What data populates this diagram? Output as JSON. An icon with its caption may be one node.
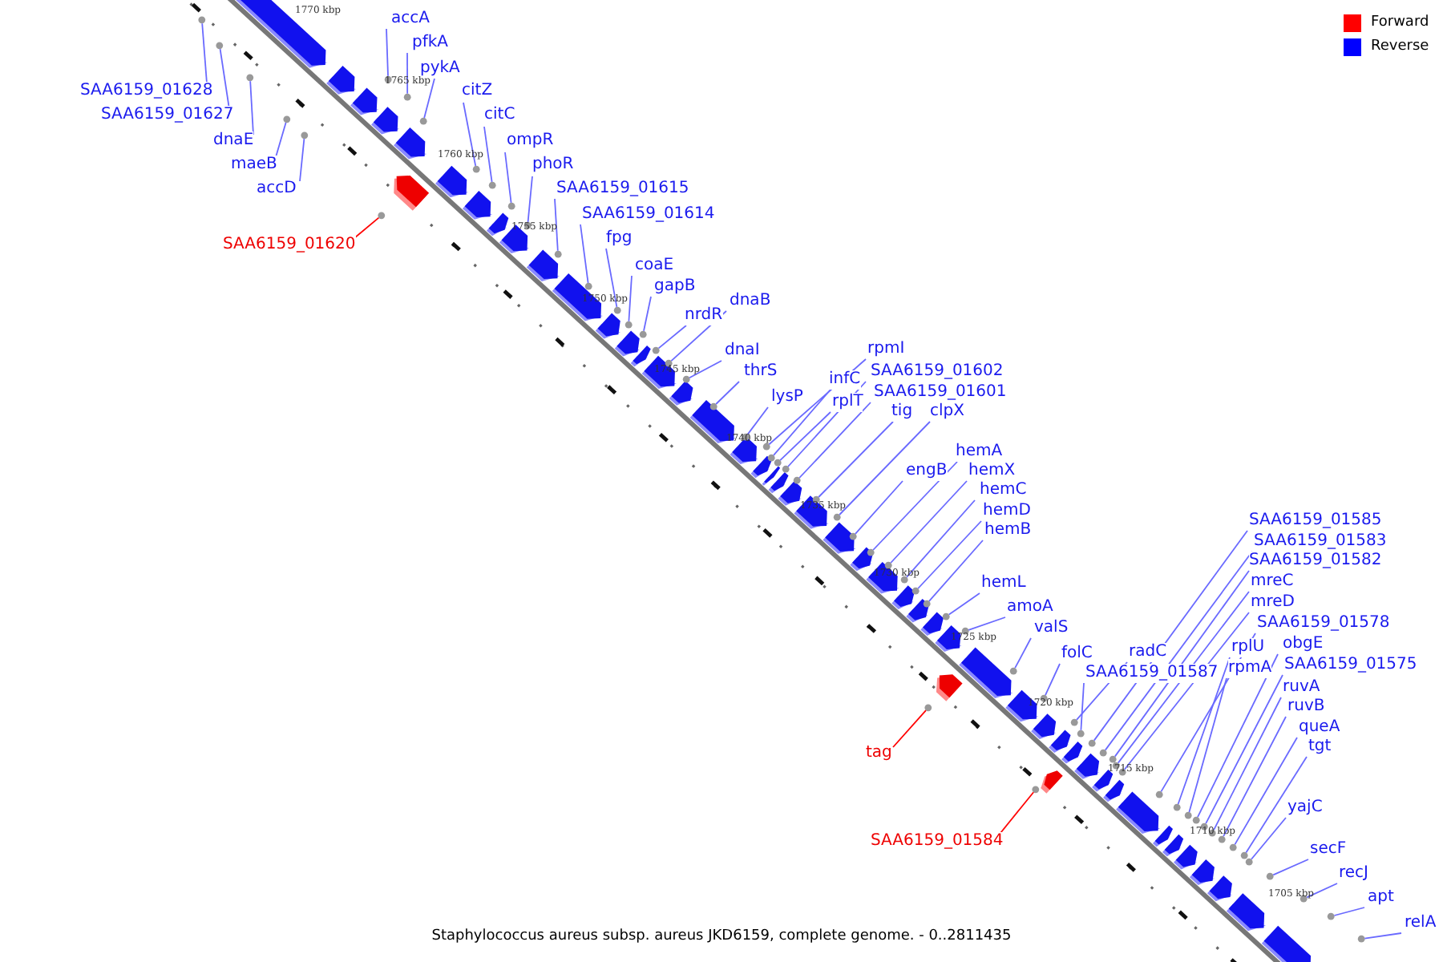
{
  "diagram": {
    "caption": "Staphylococcus aureus subsp. aureus JKD6159, complete genome. - 0..2811435",
    "nodes": [
      {
        "text": [
          "accA"
        ]
      },
      {
        "text": [
          "pfkA"
        ]
      },
      {
        "text": [
          "pykA"
        ]
      },
      {
        "text": [
          "SAA6159_01628"
        ]
      },
      {
        "text": [
          "citZ"
        ]
      },
      {
        "text": [
          "SAA6159_01627"
        ]
      },
      {
        "text": [
          "citC"
        ]
      },
      {
        "text": [
          "dnaE"
        ]
      },
      {
        "text": [
          "ompR"
        ]
      },
      {
        "text": [
          "maeB"
        ]
      },
      {
        "text": [
          "phoR"
        ]
      },
      {
        "text": [
          "accD"
        ]
      },
      {
        "text": [
          "SAA6159_01615"
        ]
      },
      {
        "text": [
          "SAA6159_01614"
        ]
      },
      {
        "text": [
          "SAA6159_01620"
        ]
      },
      {
        "text": [
          "fpg"
        ]
      },
      {
        "text": [
          "coaE"
        ]
      },
      {
        "text": [
          "gapB"
        ]
      },
      {
        "text": [
          "dnaB"
        ]
      },
      {
        "text": [
          "nrdR"
        ]
      },
      {
        "text": [
          "rpmI"
        ]
      },
      {
        "text": [
          "dnaI"
        ]
      },
      {
        "text": [
          "SAA6159_01602"
        ]
      },
      {
        "text": [
          "infC"
        ]
      },
      {
        "text": [
          "thrS"
        ]
      },
      {
        "text": [
          "SAA6159_01601"
        ]
      },
      {
        "text": [
          "lysP"
        ]
      },
      {
        "text": [
          "rplT"
        ]
      },
      {
        "text": [
          "tig"
        ]
      },
      {
        "text": [
          "clpX"
        ]
      },
      {
        "text": [
          "hemA"
        ]
      },
      {
        "text": [
          "engB"
        ]
      },
      {
        "text": [
          "hemX"
        ]
      },
      {
        "text": [
          "hemC"
        ]
      },
      {
        "text": [
          "SAA6159_01585"
        ]
      },
      {
        "text": [
          "hemD"
        ]
      },
      {
        "text": [
          "hemB"
        ]
      },
      {
        "text": [
          "SAA6159_01583"
        ]
      },
      {
        "text": [
          "SAA6159_01582"
        ]
      },
      {
        "text": [
          "hemL"
        ]
      },
      {
        "text": [
          "mreC"
        ]
      },
      {
        "text": [
          "mreD"
        ]
      },
      {
        "text": [
          "amoA"
        ]
      },
      {
        "text": [
          "SAA6159_01578"
        ]
      },
      {
        "text": [
          "valS"
        ]
      },
      {
        "text": [
          "obgE"
        ]
      },
      {
        "text": [
          "rplU"
        ]
      },
      {
        "text": [
          "radC"
        ]
      },
      {
        "text": [
          "folC"
        ]
      },
      {
        "text": [
          "SAA6159_01575"
        ]
      },
      {
        "text": [
          "rpmA"
        ]
      },
      {
        "text": [
          "SAA6159_01587"
        ]
      },
      {
        "text": [
          "ruvA"
        ]
      },
      {
        "text": [
          "ruvB"
        ]
      },
      {
        "text": [
          "queA"
        ]
      },
      {
        "text": [
          "tgt"
        ]
      },
      {
        "text": [
          "tag"
        ]
      },
      {
        "text": [
          "yajC"
        ]
      },
      {
        "text": [
          "SAA6159_01584"
        ]
      },
      {
        "text": [
          "secF"
        ]
      },
      {
        "text": [
          "recJ"
        ]
      },
      {
        "text": [
          "apt"
        ]
      },
      {
        "text": [
          "relA"
        ]
      },
      {
        "text": [],
        "shape": "circle"
      },
      {
        "text": [],
        "shape": "circle"
      },
      {
        "text": [],
        "shape": "circle"
      },
      {
        "text": [],
        "shape": "circle"
      },
      {
        "text": [],
        "shape": "circle"
      },
      {
        "text": [],
        "shape": "circle"
      },
      {
        "text": [],
        "shape": "circle"
      },
      {
        "text": [],
        "shape": "circle"
      },
      {
        "text": [],
        "shape": "circle"
      },
      {
        "text": [],
        "shape": "circle"
      },
      {
        "text": [],
        "shape": "circle"
      },
      {
        "text": [],
        "shape": "circle"
      },
      {
        "text": [],
        "shape": "circle"
      },
      {
        "text": [],
        "shape": "circle"
      },
      {
        "text": [],
        "shape": "circle"
      },
      {
        "text": [],
        "shape": "circle"
      },
      {
        "text": [],
        "shape": "circle"
      },
      {
        "text": [],
        "shape": "circle"
      },
      {
        "text": [],
        "shape": "circle"
      },
      {
        "text": [],
        "shape": "circle"
      },
      {
        "text": [],
        "shape": "circle"
      },
      {
        "text": [],
        "shape": "circle"
      },
      {
        "text": [],
        "shape": "circle"
      },
      {
        "text": [],
        "shape": "circle"
      },
      {
        "text": [],
        "shape": "circle"
      },
      {
        "text": [],
        "shape": "circle"
      },
      {
        "text": [],
        "shape": "circle"
      },
      {
        "text": [],
        "shape": "circle"
      },
      {
        "text": [],
        "shape": "circle"
      },
      {
        "text": [],
        "shape": "circle"
      },
      {
        "text": [],
        "shape": "circle"
      },
      {
        "text": [],
        "shape": "circle"
      },
      {
        "text": [],
        "shape": "circle"
      },
      {
        "text": [],
        "shape": "circle"
      },
      {
        "text": [],
        "shape": "circle"
      },
      {
        "text": [],
        "shape": "circle"
      },
      {
        "text": [],
        "shape": "circle"
      },
      {
        "text": [],
        "shape": "circle"
      },
      {
        "text": [],
        "shape": "circle"
      },
      {
        "text": [],
        "shape": "circle"
      },
      {
        "text": [],
        "shape": "circle"
      },
      {
        "text": [],
        "shape": "circle"
      },
      {
        "text": [],
        "shape": "circle"
      },
      {
        "text": [],
        "shape": "circle"
      },
      {
        "text": [],
        "shape": "circle"
      },
      {
        "text": [],
        "shape": "circle"
      },
      {
        "text": [],
        "shape": "circle"
      },
      {
        "text": [],
        "shape": "circle"
      },
      {
        "text": [],
        "shape": "circle"
      },
      {
        "text": [],
        "shape": "circle"
      },
      {
        "text": [],
        "shape": "circle"
      },
      {
        "text": [],
        "shape": "circle"
      },
      {
        "text": [],
        "shape": "circle"
      },
      {
        "text": [],
        "shape": "circle"
      },
      {
        "text": [],
        "shape": "circle"
      },
      {
        "text": [],
        "shape": "circle"
      },
      {
        "text": [],
        "shape": "circle"
      },
      {
        "text": [],
        "shape": "circle"
      },
      {
        "text": [],
        "shape": "circle"
      },
      {
        "text": [],
        "shape": "circle"
      },
      {
        "text": [],
        "shape": "circle"
      },
      {
        "text": [],
        "shape": "circle"
      },
      {
        "text": [],
        "shape": "circle"
      }
    ],
    "edges": [
      {
        "from": 0,
        "to": 63,
        "arrow": "none"
      },
      {
        "from": 1,
        "to": 64,
        "arrow": "none"
      },
      {
        "from": 2,
        "to": 65,
        "arrow": "none"
      },
      {
        "from": 3,
        "to": 66,
        "arrow": "none"
      },
      {
        "from": 4,
        "to": 67,
        "arrow": "none"
      },
      {
        "from": 5,
        "to": 68,
        "arrow": "none"
      },
      {
        "from": 6,
        "to": 69,
        "arrow": "none"
      },
      {
        "from": 7,
        "to": 70,
        "arrow": "none"
      },
      {
        "from": 8,
        "to": 71,
        "arrow": "none"
      },
      {
        "from": 9,
        "to": 72,
        "arrow": "none"
      },
      {
        "from": 10,
        "to": 73,
        "arrow": "none"
      },
      {
        "from": 11,
        "to": 74,
        "arrow": "none"
      },
      {
        "from": 12,
        "to": 75,
        "arrow": "none"
      },
      {
        "from": 13,
        "to": 76,
        "arrow": "none"
      },
      {
        "from": 14,
        "to": 77,
        "arrow": "none",
        "color": "#ff0000"
      },
      {
        "from": 15,
        "to": 78,
        "arrow": "none"
      },
      {
        "from": 16,
        "to": 79,
        "arrow": "none"
      },
      {
        "from": 17,
        "to": 80,
        "arrow": "none"
      },
      {
        "from": 18,
        "to": 81,
        "arrow": "none"
      },
      {
        "from": 19,
        "to": 82,
        "arrow": "none"
      },
      {
        "from": 20,
        "to": 83,
        "arrow": "none"
      },
      {
        "from": 21,
        "to": 84,
        "arrow": "none"
      },
      {
        "from": 22,
        "to": 85,
        "arrow": "none"
      },
      {
        "from": 23,
        "to": 86,
        "arrow": "none"
      },
      {
        "from": 24,
        "to": 87,
        "arrow": "none"
      },
      {
        "from": 25,
        "to": 88,
        "arrow": "none"
      },
      {
        "from": 26,
        "to": 89,
        "arrow": "none"
      },
      {
        "from": 27,
        "to": 90,
        "arrow": "none"
      },
      {
        "from": 28,
        "to": 91,
        "arrow": "none"
      },
      {
        "from": 29,
        "to": 92,
        "arrow": "none"
      },
      {
        "from": 30,
        "to": 93,
        "arrow": "none"
      },
      {
        "from": 31,
        "to": 94,
        "arrow": "none"
      },
      {
        "from": 32,
        "to": 95,
        "arrow": "none"
      },
      {
        "from": 33,
        "to": 96,
        "arrow": "none"
      },
      {
        "from": 34,
        "to": 97,
        "arrow": "none"
      },
      {
        "from": 35,
        "to": 98,
        "arrow": "none"
      },
      {
        "from": 36,
        "to": 99,
        "arrow": "none"
      },
      {
        "from": 37,
        "to": 100,
        "arrow": "none"
      },
      {
        "from": 38,
        "to": 101,
        "arrow": "none"
      },
      {
        "from": 39,
        "to": 102,
        "arrow": "none"
      },
      {
        "from": 40,
        "to": 103,
        "arrow": "none"
      },
      {
        "from": 41,
        "to": 104,
        "arrow": "none"
      },
      {
        "from": 42,
        "to": 105,
        "arrow": "none"
      },
      {
        "from": 43,
        "to": 106,
        "arrow": "none"
      },
      {
        "from": 44,
        "to": 107,
        "arrow": "none"
      },
      {
        "from": 45,
        "to": 108,
        "arrow": "none"
      },
      {
        "from": 46,
        "to": 109,
        "arrow": "none"
      },
      {
        "from": 47,
        "to": 110,
        "arrow": "none"
      },
      {
        "from": 48,
        "to": 111,
        "arrow": "none"
      },
      {
        "from": 49,
        "to": 112,
        "arrow": "none"
      },
      {
        "from": 50,
        "to": 113,
        "arrow": "none"
      },
      {
        "from": 51,
        "to": 114,
        "arrow": "none"
      },
      {
        "from": 52,
        "to": 115,
        "arrow": "none"
      },
      {
        "from": 53,
        "to": 116,
        "arrow": "none"
      },
      {
        "from": 54,
        "to": 117,
        "arrow": "none"
      },
      {
        "from": 55,
        "to": 118,
        "arrow": "none"
      },
      {
        "from": 56,
        "to": 119,
        "arrow": "none",
        "color": "#ff0000"
      },
      {
        "from": 57,
        "to": 120,
        "arrow": "none"
      },
      {
        "from": 58,
        "to": 121,
        "arrow": "none",
        "color": "#ff0000"
      },
      {
        "from": 59,
        "to": 122,
        "arrow": "none"
      },
      {
        "from": 60,
        "to": 123,
        "arrow": "none"
      },
      {
        "from": 61,
        "to": 124,
        "arrow": "none"
      },
      {
        "from": 62,
        "to": 125,
        "arrow": "none"
      }
    ],
    "labels": [
      "1770 kbp",
      "1765 kbp",
      "1760 kbp",
      "1755 kbp",
      "1750 kbp",
      "1745 kbp",
      "1740 kbp",
      "1735 kbp",
      "1730 kbp",
      "1725 kbp",
      "1720 kbp",
      "1715 kbp",
      "1710 kbp",
      "1705 kbp"
    ],
    "legend": [
      {
        "text": "Forward",
        "color": "#ff0000"
      },
      {
        "text": "Reverse",
        "color": "#0000ff"
      }
    ]
  }
}
